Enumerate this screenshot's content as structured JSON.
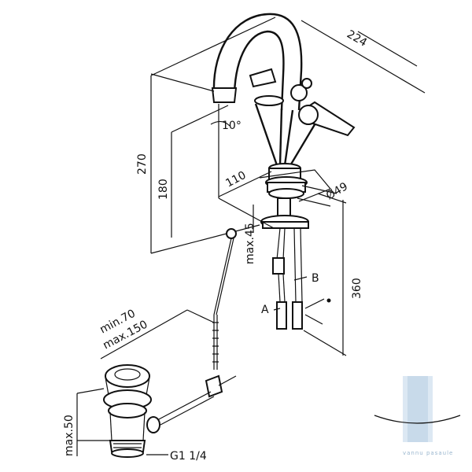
{
  "dimensions": {
    "d224": "224",
    "d270": "270",
    "d180": "180",
    "d10": "10°",
    "d110": "110",
    "d49": "Ø49",
    "max45": "max.45",
    "d360": "360",
    "labelA": "A",
    "labelB": "B",
    "min70": "min.70",
    "max150": "max.150",
    "max50": "max.50",
    "thread": "G1 1/4"
  },
  "watermark": {
    "text": "vannu pasaule"
  },
  "colors": {
    "line": "#111111",
    "watermark": "#9bb7cf"
  }
}
